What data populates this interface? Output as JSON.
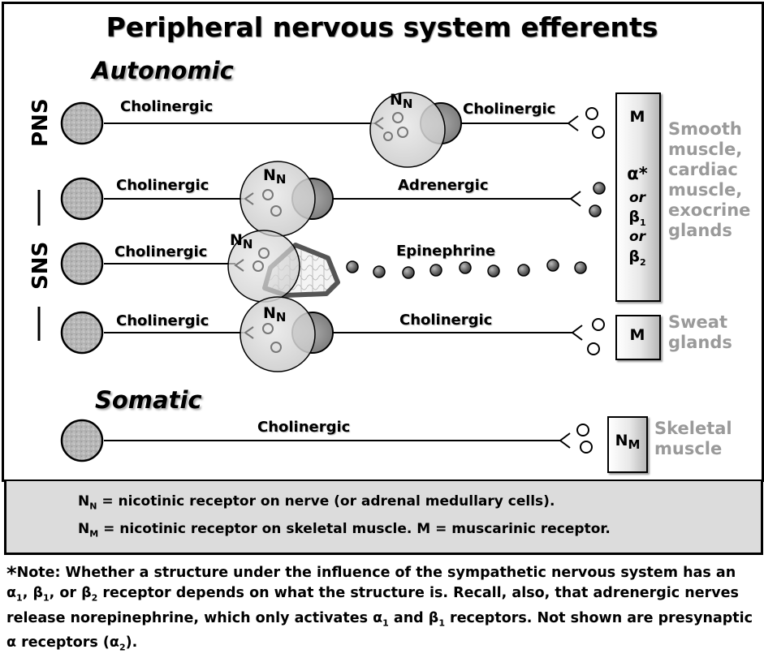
{
  "title": "Peripheral nervous system efferents",
  "sections": {
    "autonomic": "Autonomic",
    "somatic": "Somatic"
  },
  "side_labels": {
    "pns": "PNS",
    "sns": "SNS"
  },
  "rows": [
    {
      "left_label": "Cholinergic",
      "right_label": "Cholinergic"
    },
    {
      "left_label": "Cholinergic",
      "right_label": "Adrenergic"
    },
    {
      "left_label": "Cholinergic",
      "right_label": "Epinephrine"
    },
    {
      "left_label": "Cholinergic",
      "right_label": "Cholinergic"
    },
    {
      "left_label": "Cholinergic"
    }
  ],
  "receptor": {
    "n": "N",
    "n_sub": "N",
    "nm_sub": "M"
  },
  "targets": {
    "smooth_box": {
      "top": "M",
      "alpha": "α*",
      "or1": "or",
      "beta1": "β",
      "beta1_sub": "1",
      "or2": "or",
      "beta2": "β",
      "beta2_sub": "2"
    },
    "smooth_label": [
      "Smooth",
      "muscle,",
      "cardiac",
      "muscle,",
      "exocrine",
      "glands"
    ],
    "sweat_box": "M",
    "sweat_label": [
      "Sweat",
      "glands"
    ],
    "skeletal_box": {
      "n": "N",
      "sub": "M"
    },
    "skeletal_label": [
      "Skeletal",
      "muscle"
    ]
  },
  "legend": {
    "line1_n": "N",
    "line1_sub": "N",
    "line1_text": " = nicotinic receptor on nerve (or adrenal medullary cells).",
    "line2_n": "N",
    "line2_sub": "M",
    "line2_text": " = nicotinic receptor on skeletal muscle. M = muscarinic receptor."
  },
  "note": {
    "star": "*",
    "p1": "Note: Whether a structure under the influence of the sympathetic nervous system has an ",
    "alpha": "α",
    "a_sub": "1",
    "p2": ", ",
    "beta": "β",
    "b_sub": "1",
    "p3": ", or ",
    "beta2": "β",
    "b2_sub": "2",
    "p4": " receptor depends on what the structure is. Recall, also, that adrenergic nerves release norepinephrine, which only activates ",
    "alpha2": "α",
    "a2_sub": "1",
    "p5": " and ",
    "beta3": "β",
    "b3_sub": "1",
    "p6": " receptors. Not shown are presynaptic ",
    "alpha3": "α",
    "p7": " receptors (",
    "alpha4": "α",
    "a4_sub": "2",
    "p8": ")."
  }
}
